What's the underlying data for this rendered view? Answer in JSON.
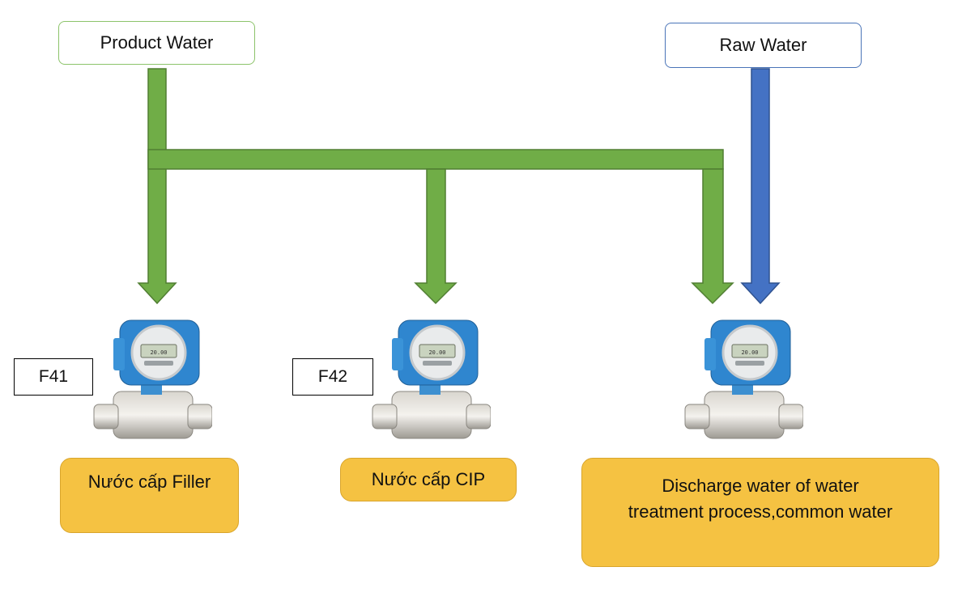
{
  "sources": {
    "product_water": "Product Water",
    "raw_water": "Raw Water"
  },
  "tags": {
    "f41": "F41",
    "f42": "F42"
  },
  "destinations": {
    "filler": "Nước cấp Filler",
    "cip": "Nước cấp CIP",
    "discharge_line1": "Discharge water of water",
    "discharge_line2": "treatment process,common water"
  },
  "meter_display": "20.00",
  "colors": {
    "product_pipe": "#70ad47",
    "raw_pipe": "#4472c4",
    "destination_fill": "#f5c242"
  },
  "icons": [
    "flow-meter-icon",
    "arrow-down-icon"
  ]
}
